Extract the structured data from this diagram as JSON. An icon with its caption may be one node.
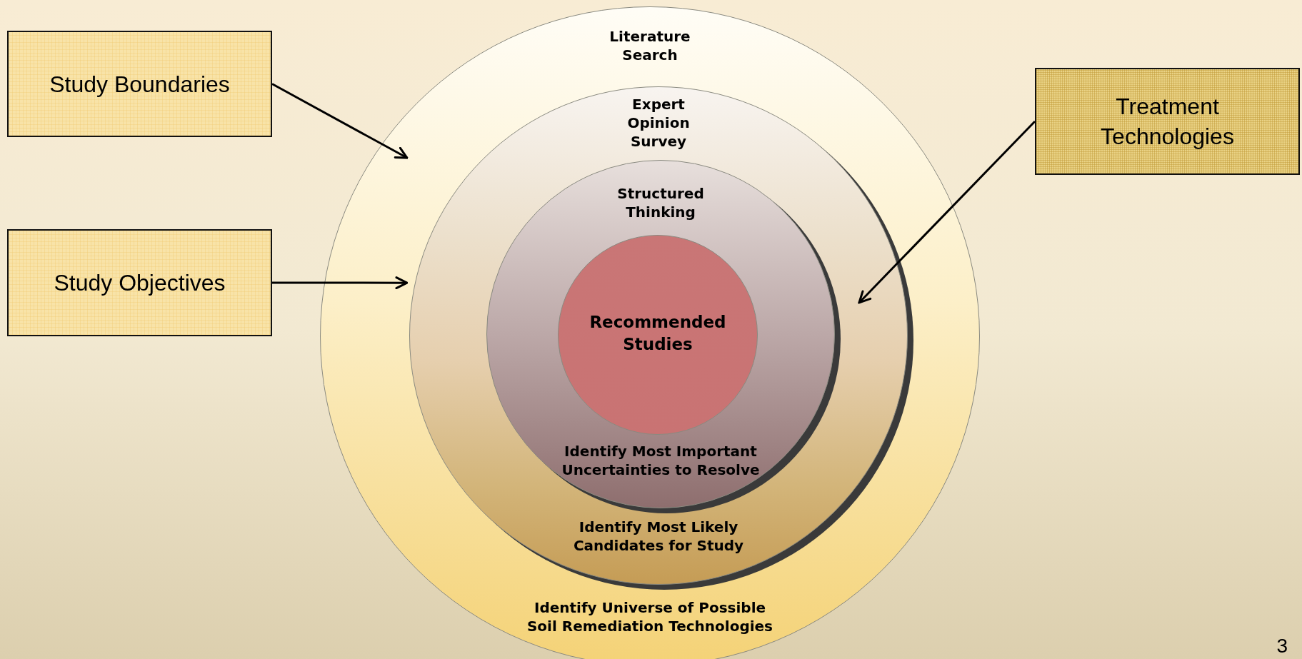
{
  "diagram": {
    "nodes": [
      {
        "text": [
          "Literature Search",
          "Identify Universe of Possible Soil Remediation Technologies"
        ]
      },
      {
        "text": [
          "Expert Opinion Survey",
          "Identify Most Likely Candidates for Study"
        ],
        "in": 0
      },
      {
        "text": [
          "Structured Thinking",
          "Identify Most Important Uncertainties to Resolve"
        ],
        "in": 1
      },
      {
        "text": [
          "Recommended Studies"
        ],
        "in": 2
      },
      {
        "text": [
          "Study Boundaries"
        ]
      },
      {
        "text": [
          "Study Objectives"
        ]
      },
      {
        "text": [
          "Treatment Technologies"
        ]
      }
    ],
    "edges": [
      {
        "from": 4,
        "to": 0,
        "arrow": "to"
      },
      {
        "from": 5,
        "to": 0,
        "arrow": "to"
      },
      {
        "from": 6,
        "to": 1,
        "arrow": "to"
      }
    ],
    "labels": [
      "3"
    ]
  }
}
